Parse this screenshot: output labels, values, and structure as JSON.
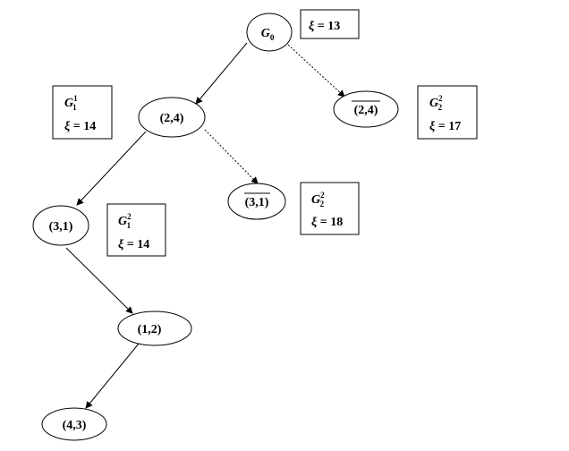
{
  "nodes": {
    "g0": {
      "base": "G",
      "sub": "0"
    },
    "n24": {
      "label": "(2,4)"
    },
    "n24b": {
      "label": "(2,4)"
    },
    "n31": {
      "label": "(3,1)"
    },
    "n31b": {
      "label": "(3,1)"
    },
    "n12": {
      "label": "(1,2)"
    },
    "n43": {
      "label": "(4,3)"
    }
  },
  "boxes": {
    "root": {
      "xi_symbol": "ξ",
      "xi_value": "= 13"
    },
    "g1_1": {
      "base": "G",
      "sub": "1",
      "sup": "1",
      "xi_symbol": "ξ",
      "xi_value": "= 14"
    },
    "g2_2a": {
      "base": "G",
      "sub": "2",
      "sup": "2",
      "xi_symbol": "ξ",
      "xi_value": "= 17"
    },
    "g1_2": {
      "base": "G",
      "sub": "1",
      "sup": "2",
      "xi_symbol": "ξ",
      "xi_value": "= 14"
    },
    "g2_2b": {
      "base": "G",
      "sub": "2",
      "sup": "2",
      "xi_symbol": "ξ",
      "xi_value": "= 18"
    }
  },
  "colors": {
    "stroke": "#000000",
    "background": "#ffffff"
  }
}
